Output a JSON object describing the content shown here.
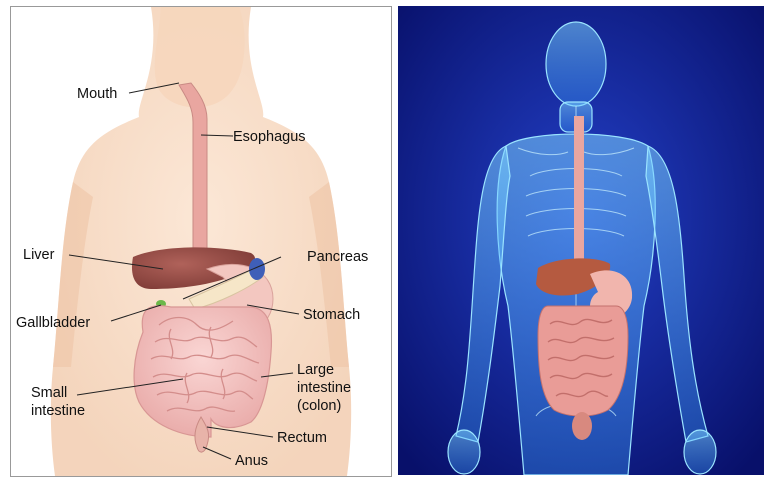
{
  "labels": {
    "mouth": "Mouth",
    "esophagus": "Esophagus",
    "liver": "Liver",
    "pancreas": "Pancreas",
    "gallbladder": "Gallbladder",
    "stomach": "Stomach",
    "small_intestine": [
      "Small",
      "intestine"
    ],
    "large_intestine": [
      "Large",
      "intestine",
      "(colon)"
    ],
    "rectum": "Rectum",
    "anus": "Anus"
  }
}
